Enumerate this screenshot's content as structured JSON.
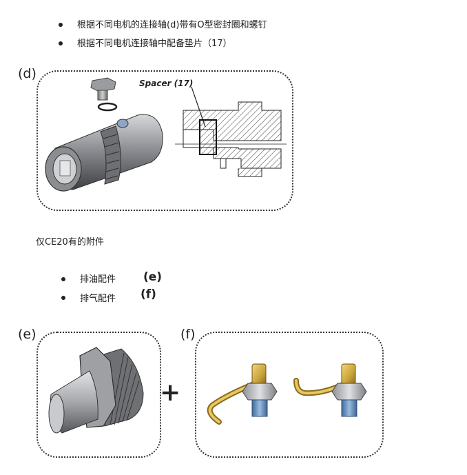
{
  "bullets_top": [
    "根据不同电机的连接轴(d)带有O型密封圈和螺钉",
    "根据不同电机连接轴中配备垫片（17）"
  ],
  "figure_d": {
    "label": "(d)",
    "callout": "Spacer (17)"
  },
  "ce20_heading": "仅CE20有的附件",
  "accessories": [
    {
      "text": "排油配件",
      "tag": "(e)"
    },
    {
      "text": "排气配件",
      "tag": "(f)"
    }
  ],
  "figure_e": {
    "label": "(e)"
  },
  "figure_f": {
    "label": "(f)"
  },
  "plus_sign": "+",
  "colors": {
    "metal_dark": "#5a5c60",
    "metal_light": "#c9cbce",
    "brass": "#c9a23a",
    "blue_fitting": "#5d86b3",
    "hatch": "#444444"
  }
}
